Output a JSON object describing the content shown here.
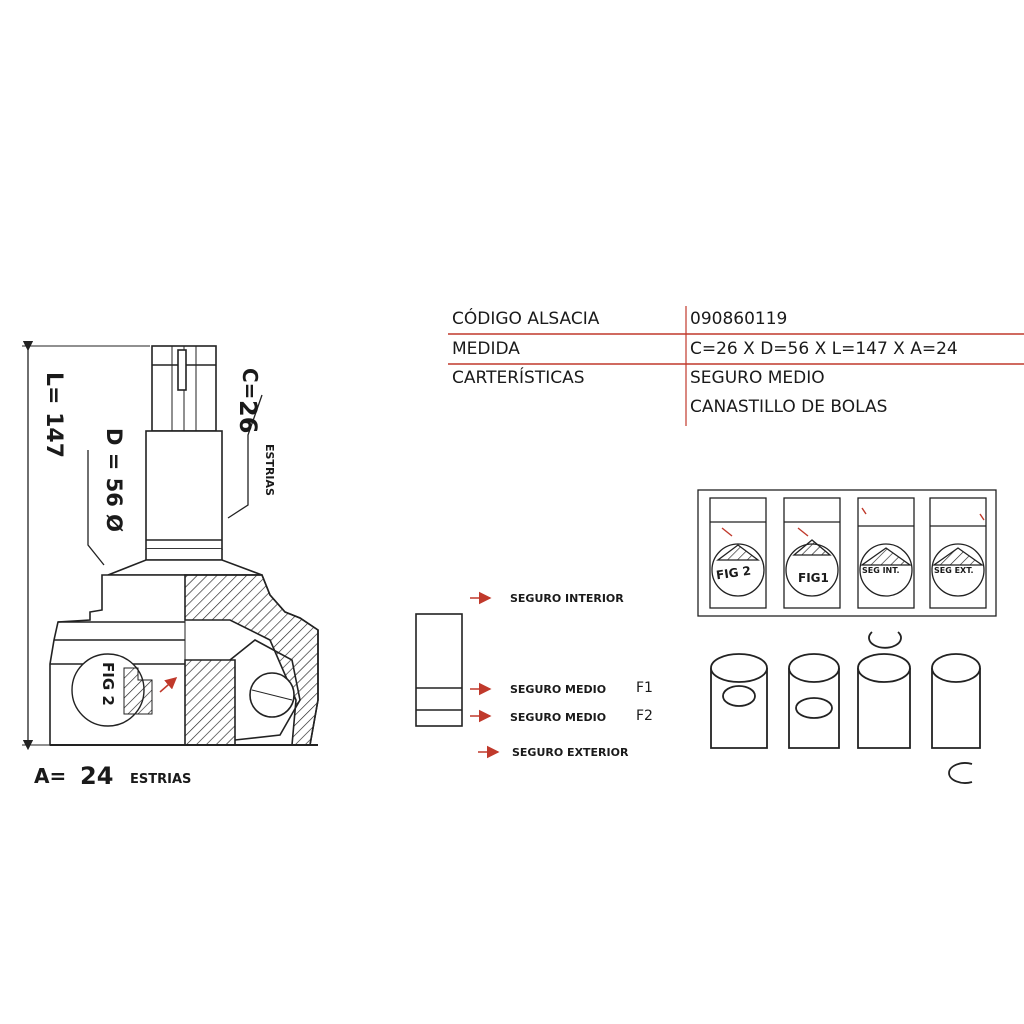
{
  "spec_table": {
    "rows": [
      {
        "label": "CÓDIGO ALSACIA",
        "value": "090860119"
      },
      {
        "label": "MEDIDA",
        "value": "C=26  X D=56 X L=147 X A=24"
      },
      {
        "label": "CARTERÍSTICAS",
        "value": "SEGURO MEDIO"
      },
      {
        "label": "",
        "value": "CANASTILLO DE BOLAS"
      }
    ],
    "line_color": "#c0392b"
  },
  "dimensions": {
    "length": "L= 147",
    "c_label": "C=",
    "c_value": "26",
    "c_unit": "ESTRIAS",
    "d_label": "D = 56 Ø",
    "a_label": "A=",
    "a_value": "24",
    "a_unit": "ESTRIAS"
  },
  "joint_fig": "FIG 2",
  "seguros": {
    "interior": "SEGURO INTERIOR",
    "medio_1": "SEGURO MEDIO",
    "medio_1_tag": "F1",
    "medio_2": "SEGURO MEDIO",
    "medio_2_tag": "F2",
    "exterior": "SEGURO EXTERIOR",
    "arrow_color": "#c0392b"
  },
  "panels": [
    {
      "fig": "FIG 2"
    },
    {
      "fig": "FIG1"
    },
    {
      "fig": "SEG INT."
    },
    {
      "fig": "SEG EXT."
    }
  ]
}
